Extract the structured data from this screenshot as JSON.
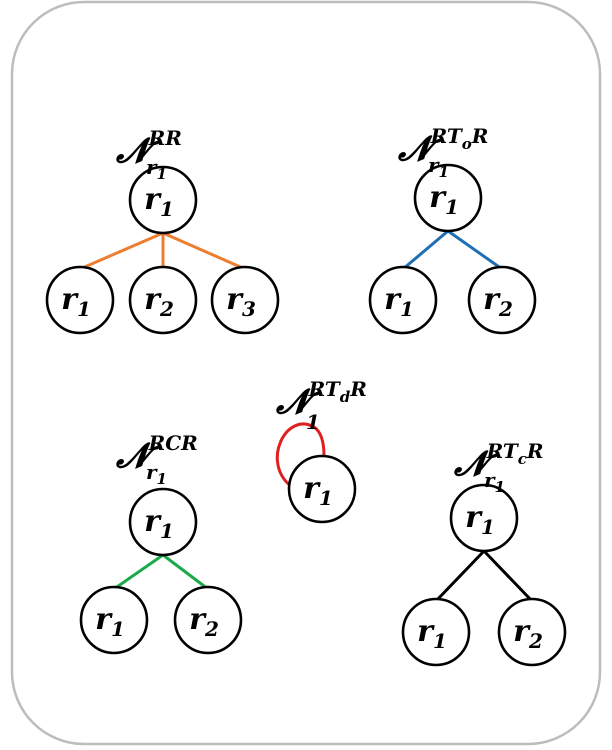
{
  "colors": {
    "orange": "#ED7D31",
    "blue": "#1F6FB4",
    "green": "#1BAA4A",
    "red": "#E02020",
    "black": "#000000"
  },
  "panels": [
    {
      "id": "rr",
      "symbol": "𝓝",
      "subscript": "r",
      "subscript_index": "1",
      "superscript": "RR",
      "superscript_sub": "",
      "superscript_tail": "",
      "edge_color_key": "orange",
      "root": {
        "base": "r",
        "index": "1"
      },
      "children": [
        {
          "base": "r",
          "index": "1"
        },
        {
          "base": "r",
          "index": "2"
        },
        {
          "base": "r",
          "index": "3"
        }
      ]
    },
    {
      "id": "rtor",
      "symbol": "𝓝",
      "subscript": "r",
      "subscript_index": "1",
      "superscript": "RT",
      "superscript_sub": "o",
      "superscript_tail": "R",
      "edge_color_key": "blue",
      "root": {
        "base": "r",
        "index": "1"
      },
      "children": [
        {
          "base": "r",
          "index": "1"
        },
        {
          "base": "r",
          "index": "2"
        }
      ]
    },
    {
      "id": "rtdr",
      "symbol": "𝓝",
      "subscript": "",
      "subscript_index": "1",
      "superscript": "RT",
      "superscript_sub": "d",
      "superscript_tail": "R",
      "edge_color_key": "red",
      "root": {
        "base": "r",
        "index": "1"
      },
      "children": []
    },
    {
      "id": "rcr",
      "symbol": "𝓝",
      "subscript": "r",
      "subscript_index": "1",
      "superscript": "RCR",
      "superscript_sub": "",
      "superscript_tail": "",
      "edge_color_key": "green",
      "root": {
        "base": "r",
        "index": "1"
      },
      "children": [
        {
          "base": "r",
          "index": "1"
        },
        {
          "base": "r",
          "index": "2"
        }
      ]
    },
    {
      "id": "rtcr",
      "symbol": "𝓝",
      "subscript": "r",
      "subscript_index": "1",
      "superscript": "RT",
      "superscript_sub": "c",
      "superscript_tail": "R",
      "edge_color_key": "black",
      "root": {
        "base": "r",
        "index": "1"
      },
      "children": [
        {
          "base": "r",
          "index": "1"
        },
        {
          "base": "r",
          "index": "2"
        }
      ]
    }
  ]
}
